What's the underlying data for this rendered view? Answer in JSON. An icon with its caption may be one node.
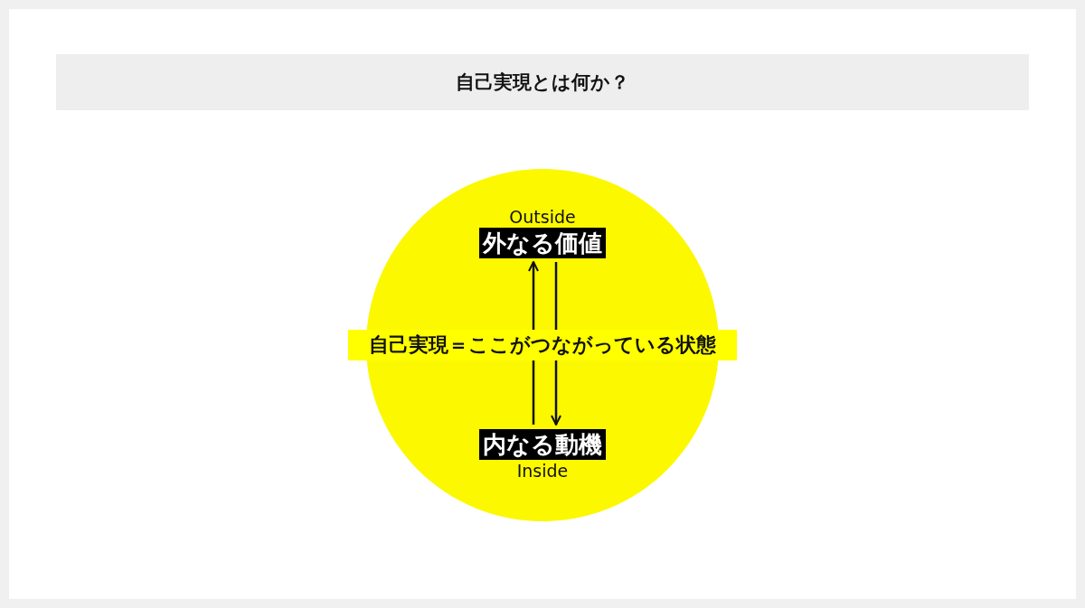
{
  "diagram": {
    "title": "自己実現とは何か？",
    "nodes": [
      {
        "text": [],
        "shape": "circle"
      },
      {
        "text": [
          "Outside",
          "外なる価値"
        ],
        "in": 0
      },
      {
        "text": [
          "内なる動機",
          "Inside"
        ],
        "in": 0
      }
    ],
    "edges": [
      {
        "from": 2,
        "to": 1,
        "arrow": "to"
      },
      {
        "from": 1,
        "to": 2,
        "arrow": "to"
      }
    ],
    "labels": [
      "自己実現＝ここがつながっている状態"
    ]
  }
}
